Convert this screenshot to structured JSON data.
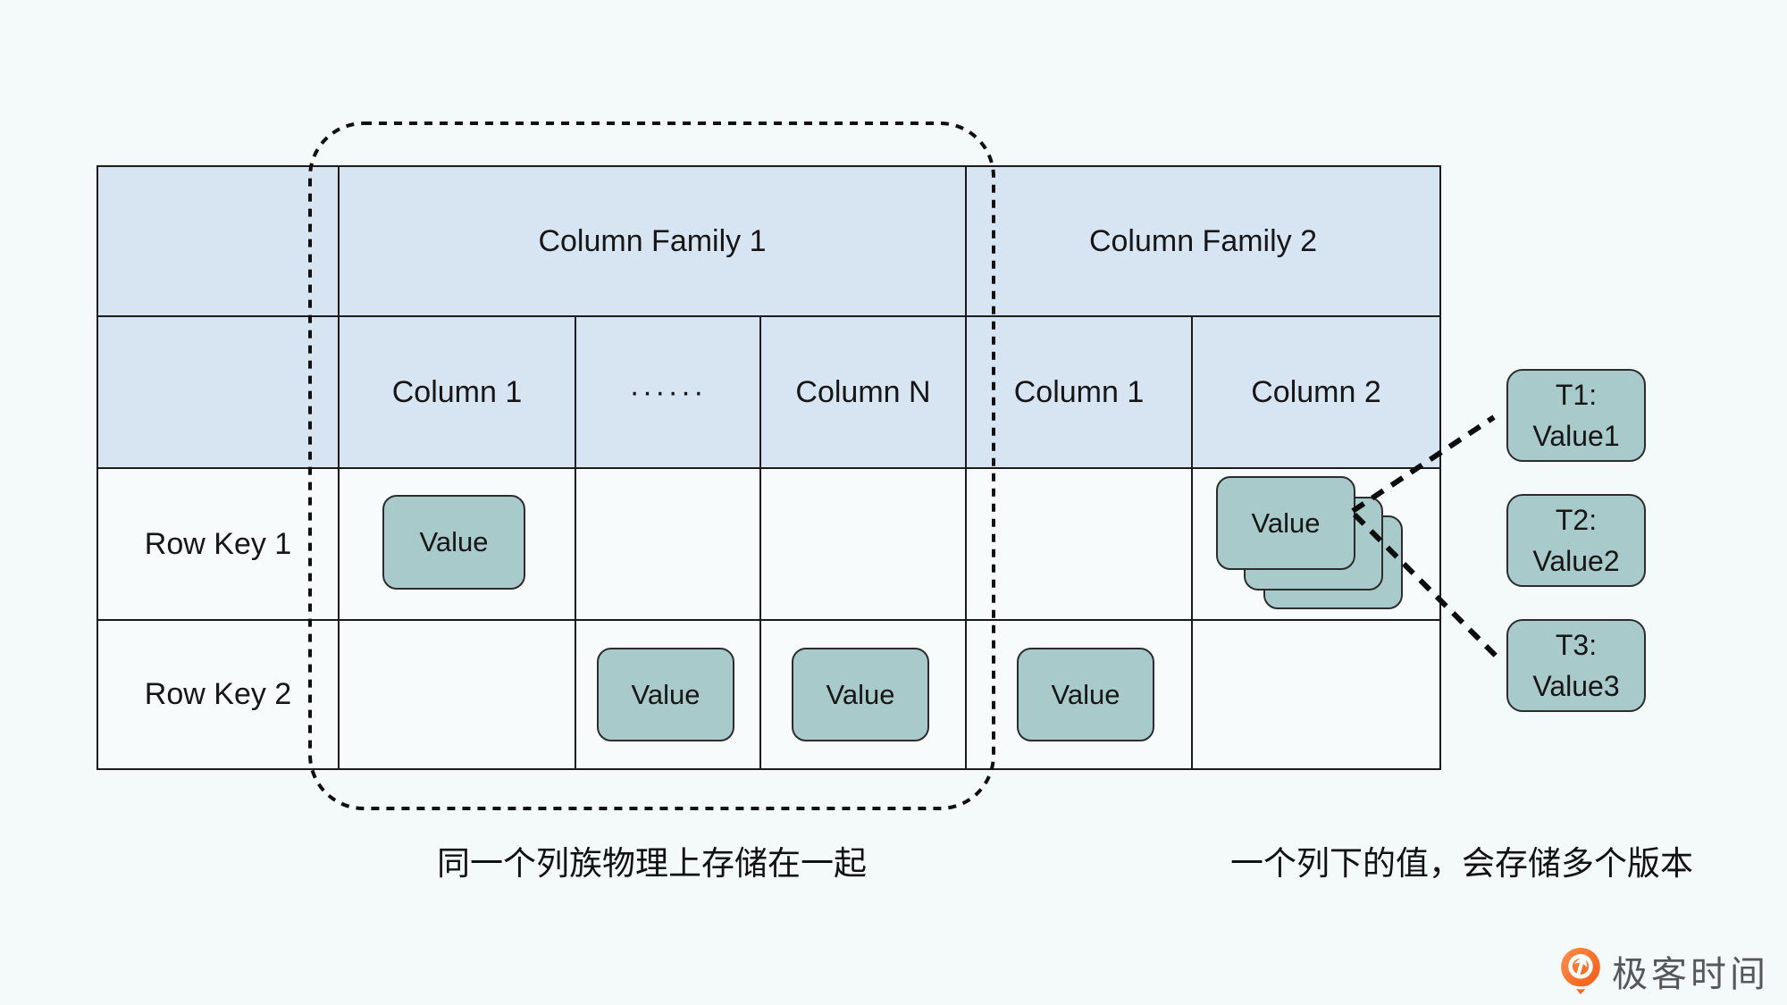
{
  "colors": {
    "background": "#f4f9f9",
    "header_fill": "#d7e4f1",
    "cell_fill": "#f7fbfc",
    "value_fill": "#a9caca",
    "line": "#1b1b1b",
    "logo_orange": "#f4560e",
    "logo_text_color": "#56575b"
  },
  "table": {
    "column_families": [
      {
        "label": "Column Family 1",
        "columns": [
          "Column 1",
          "······",
          "Column N"
        ]
      },
      {
        "label": "Column Family 2",
        "columns": [
          "Column 1",
          "Column 2"
        ]
      }
    ],
    "rows": [
      {
        "key": "Row Key 1"
      },
      {
        "key": "Row Key 2"
      }
    ]
  },
  "cells": {
    "value_label": "Value"
  },
  "versions": [
    {
      "time": "T1:",
      "value": "Value1"
    },
    {
      "time": "T2:",
      "value": "Value2"
    },
    {
      "time": "T3:",
      "value": "Value3"
    }
  ],
  "annotations": {
    "column_family_note": "同一个列族物理上存储在一起",
    "version_note": "一个列下的值，会存储多个版本"
  },
  "logo": {
    "text": "极客时间"
  }
}
